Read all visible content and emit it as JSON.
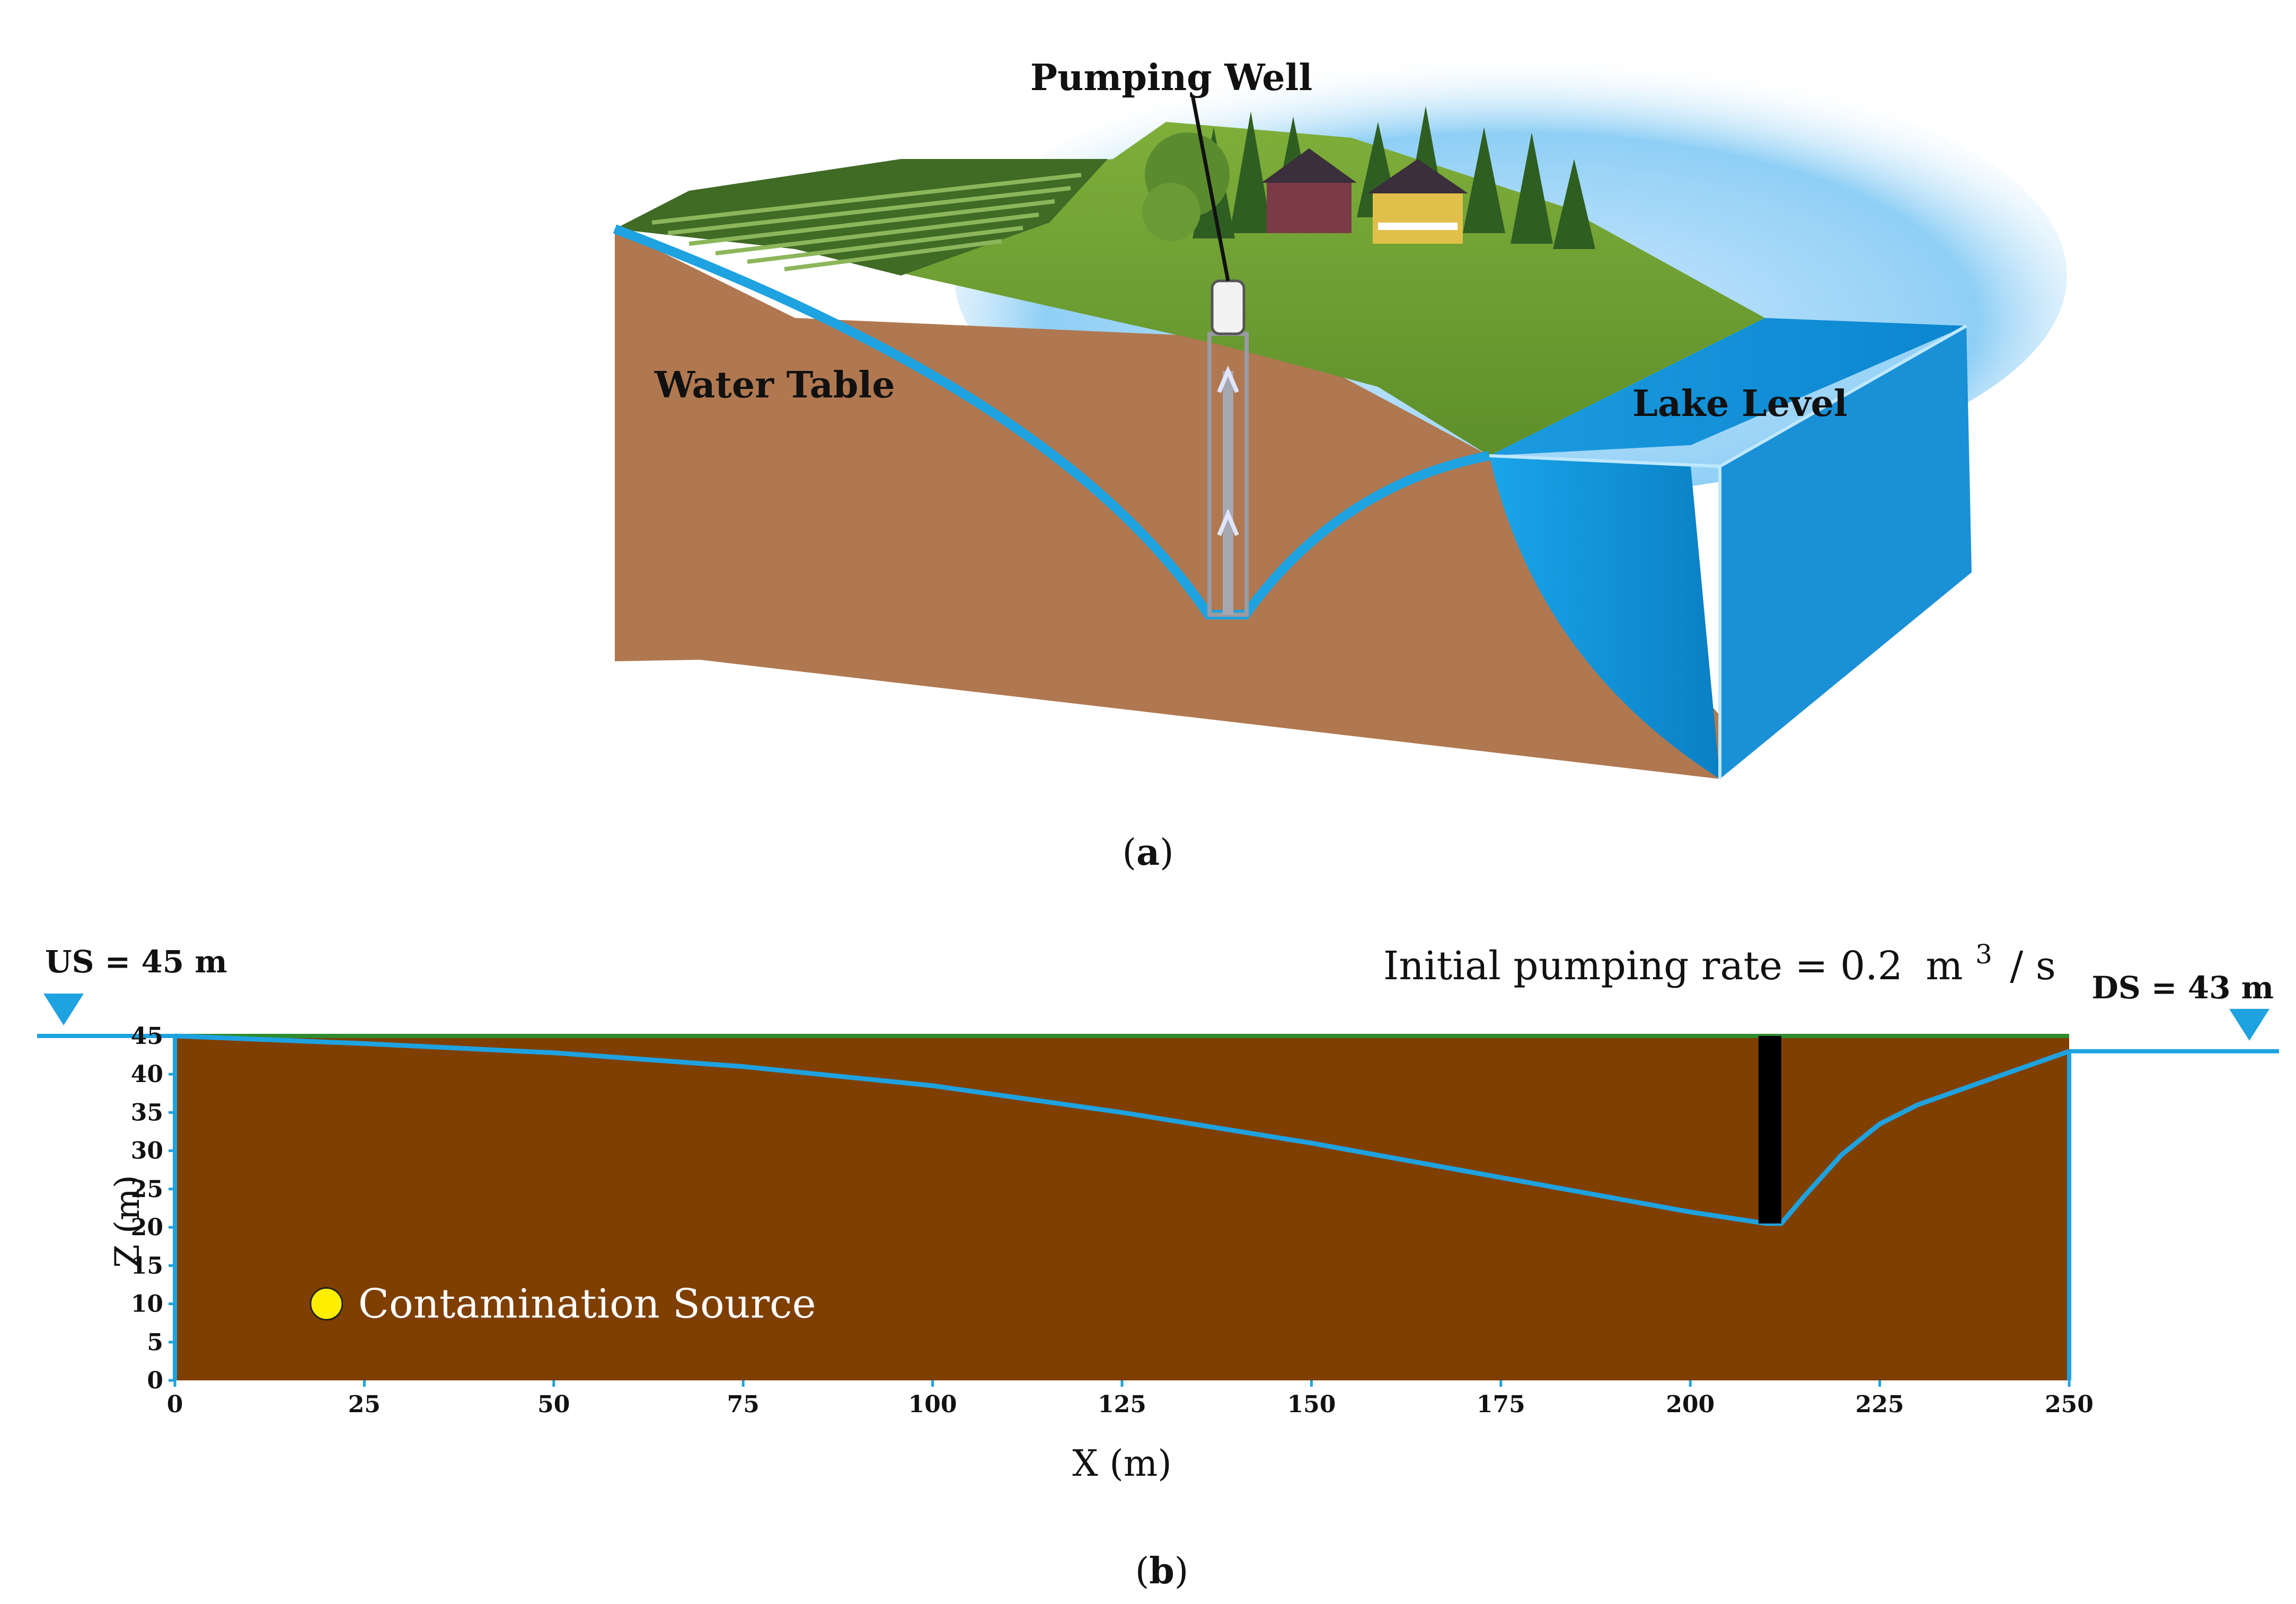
{
  "panel_a": {
    "caption": "a",
    "labels": {
      "pumping_well": "Pumping Well",
      "water_table": "Water Table",
      "lake_level": "Lake Level"
    }
  },
  "panel_b": {
    "caption": "b",
    "us_label": "US = 45 m",
    "ds_label": "DS = 43 m",
    "pumping_rate_text": "Initial pumping rate = 0.2",
    "pumping_rate_unit_base": "m",
    "pumping_rate_unit_exp": "3",
    "pumping_rate_unit_tail": "/ s",
    "contamination_label": "Contamination Source",
    "colors": {
      "soil": "#7f3f00",
      "water": "#1ea2e0",
      "well": "#000000",
      "source": "#ffee00",
      "ground_line": "#2e8b2e"
    }
  },
  "chart_data": {
    "type": "line",
    "xlabel": "X (m)",
    "ylabel": "Z (m)",
    "xlim": [
      0,
      250
    ],
    "ylim": [
      0,
      45
    ],
    "xticks": [
      0,
      25,
      50,
      75,
      100,
      125,
      150,
      175,
      200,
      225,
      250
    ],
    "yticks": [
      0,
      5,
      10,
      15,
      20,
      25,
      30,
      35,
      40,
      45
    ],
    "series": [
      {
        "x": [
          0,
          25,
          50,
          75,
          100,
          125,
          150,
          175,
          200,
          210,
          212,
          215,
          220,
          225,
          230,
          240,
          250
        ],
        "y": [
          45,
          44,
          42.8,
          41,
          38.5,
          35,
          31,
          26.5,
          22,
          20.5,
          20.5,
          24,
          29.5,
          33.5,
          36,
          39.5,
          43
        ]
      }
    ],
    "well": {
      "x_from": 209,
      "x_to": 212,
      "z_from": 20.5,
      "z_to": 45
    },
    "contamination_source": {
      "x": 20,
      "z": 10
    }
  }
}
